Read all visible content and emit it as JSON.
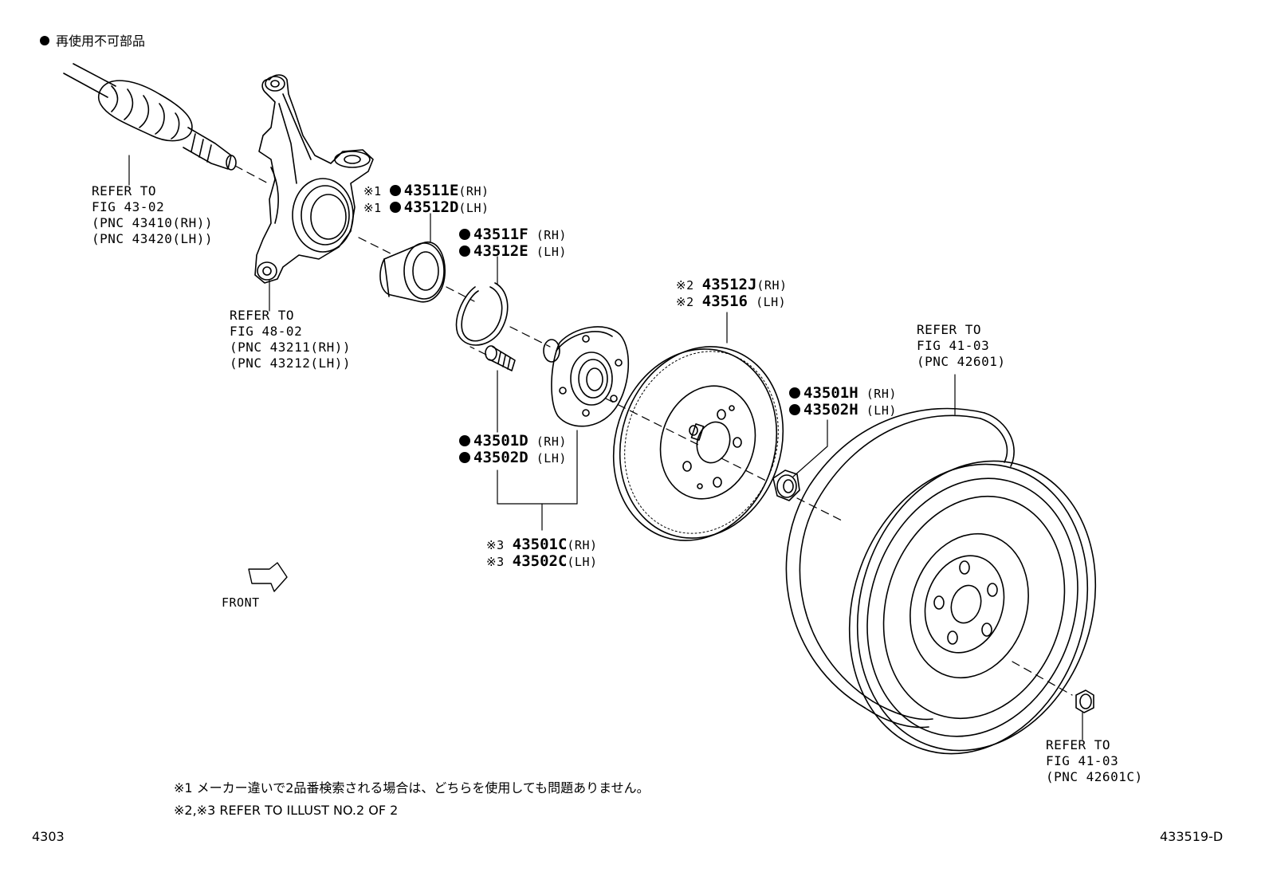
{
  "legend": {
    "symbol": "●",
    "text": "再使用不可部品"
  },
  "refs": {
    "driveshaft": [
      "REFER TO",
      "FIG 43-02",
      "(PNC 43410(RH))",
      "(PNC 43420(LH))"
    ],
    "knuckle": [
      "REFER TO",
      "FIG 48-02",
      "(PNC 43211(RH))",
      "(PNC 43212(LH))"
    ],
    "wheel": [
      "REFER TO",
      "FIG 41-03",
      "(PNC 42601)"
    ],
    "wheelnut": [
      "REFER TO",
      "FIG 41-03",
      "(PNC 42601C)"
    ]
  },
  "parts": {
    "bearing": [
      {
        "prefix": "※1",
        "dot": true,
        "number": "43511E",
        "side": "(RH)"
      },
      {
        "prefix": "※1",
        "dot": true,
        "number": "43512D",
        "side": "(LH)"
      }
    ],
    "snapring": [
      {
        "prefix": "",
        "dot": true,
        "number": "43511F",
        "side": "(RH)"
      },
      {
        "prefix": "",
        "dot": true,
        "number": "43512E",
        "side": "(LH)"
      }
    ],
    "disc": [
      {
        "prefix": "※2",
        "dot": false,
        "number": "43512J",
        "side": "(RH)"
      },
      {
        "prefix": "※2",
        "dot": false,
        "number": "43516",
        "side": "(LH)"
      }
    ],
    "hubnut": [
      {
        "prefix": "",
        "dot": true,
        "number": "43501H",
        "side": "(RH)"
      },
      {
        "prefix": "",
        "dot": true,
        "number": "43502H",
        "side": "(LH)"
      }
    ],
    "hubbolt": [
      {
        "prefix": "",
        "dot": true,
        "number": "43501D",
        "side": "(RH)"
      },
      {
        "prefix": "",
        "dot": true,
        "number": "43502D",
        "side": "(LH)"
      }
    ],
    "hub": [
      {
        "prefix": "※3",
        "dot": false,
        "number": "43501C",
        "side": "(RH)"
      },
      {
        "prefix": "※3",
        "dot": false,
        "number": "43502C",
        "side": "(LH)"
      }
    ]
  },
  "front_label": "FRONT",
  "notes": [
    "※1 メーカー違いで2品番検索される場合は、どちらを使用しても問題ありません。",
    "※2,※3 REFER TO ILLUST NO.2 OF 2"
  ],
  "footer": {
    "left": "4303",
    "right": "433519-D"
  }
}
